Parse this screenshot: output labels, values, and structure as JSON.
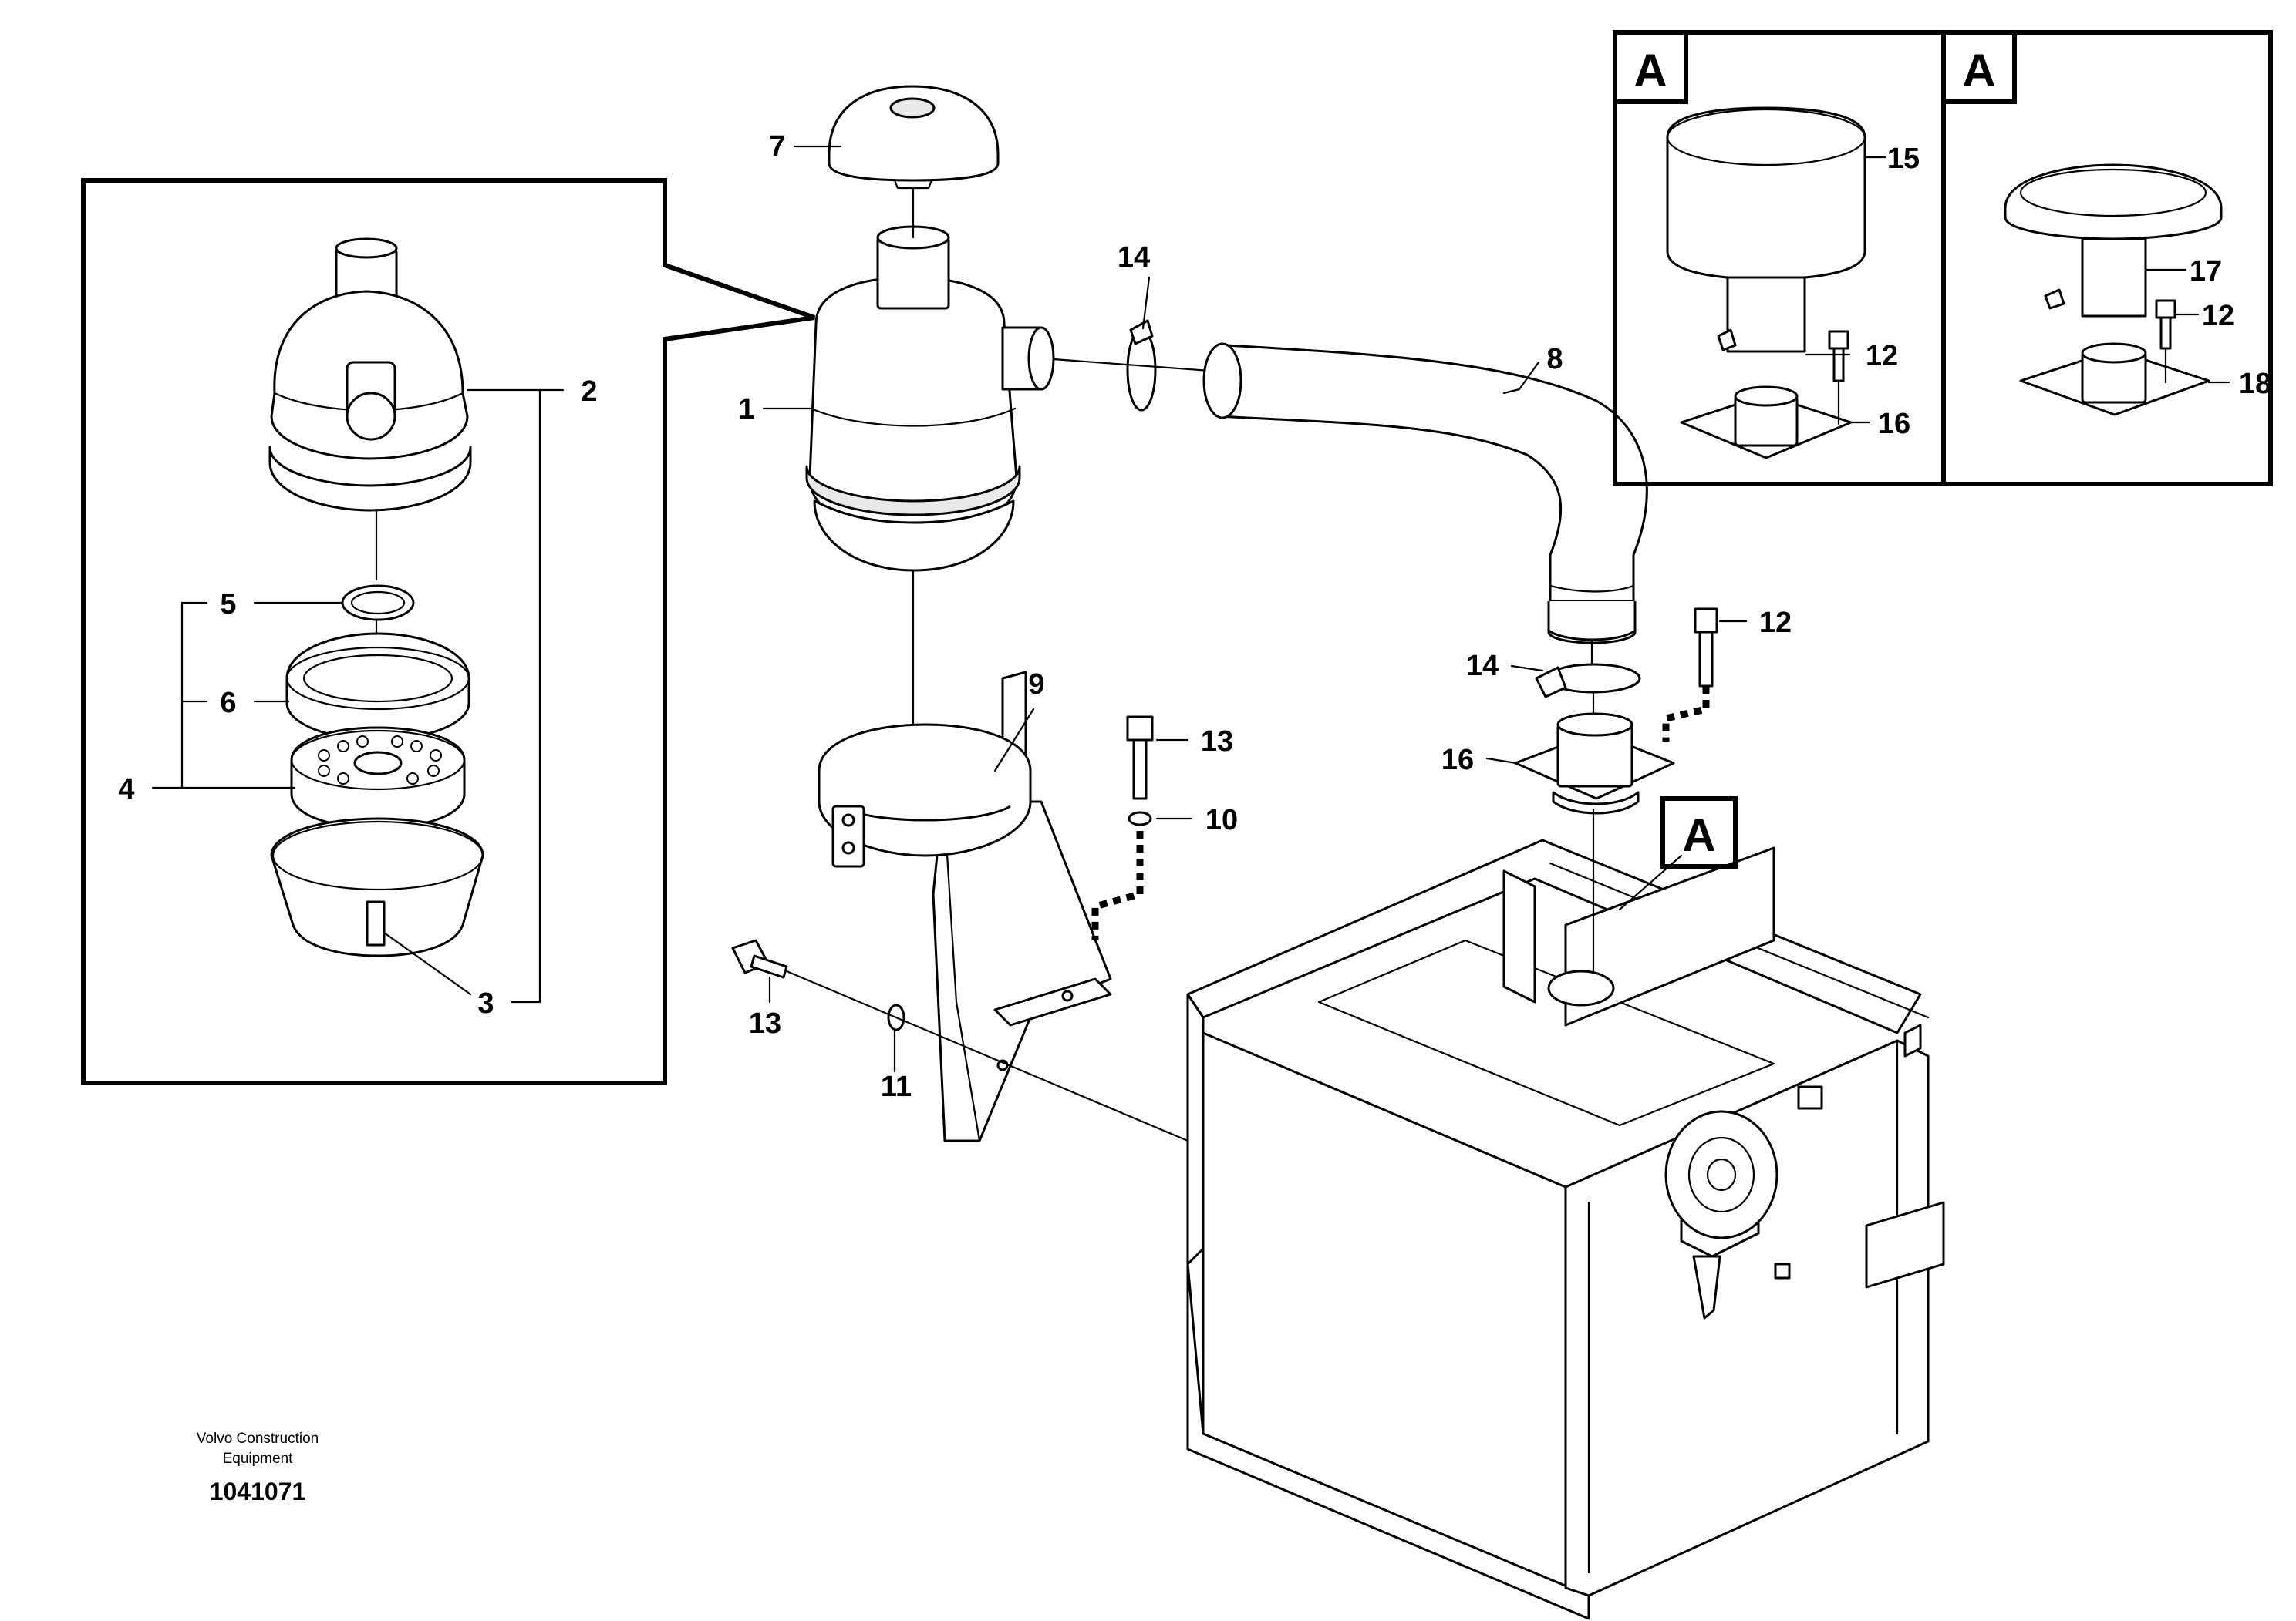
{
  "diagram": {
    "company": {
      "line1": "Volvo Construction",
      "line2": "Equipment"
    },
    "document_number": "1041071",
    "view_marker": "A",
    "callouts": {
      "c1": "1",
      "c2": "2",
      "c3": "3",
      "c4": "4",
      "c5": "5",
      "c6": "6",
      "c7": "7",
      "c8": "8",
      "c9": "9",
      "c10": "10",
      "c11": "11",
      "c12": "12",
      "c13": "13",
      "c14": "14",
      "c15": "15",
      "c16": "16",
      "c17": "17",
      "c18": "18"
    }
  }
}
